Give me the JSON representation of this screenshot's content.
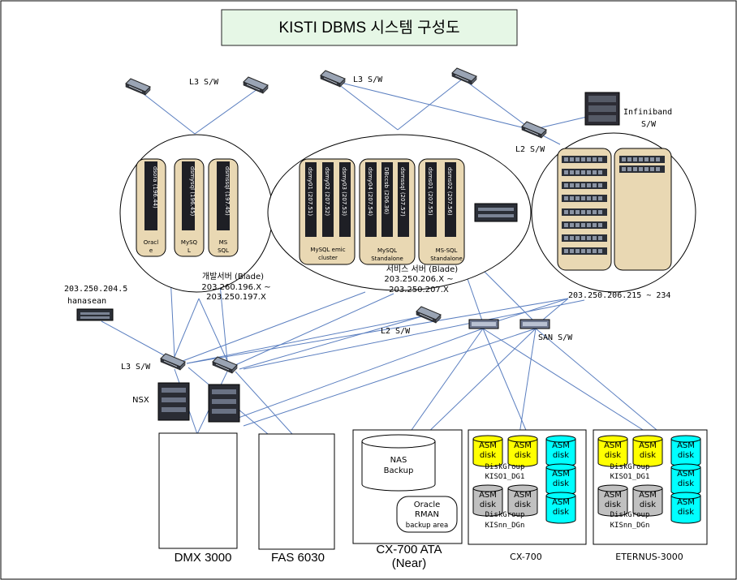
{
  "title": "KISTI DBMS 시스템 구성도",
  "switches": {
    "l3_left": "L3 S/W",
    "l3_center": "L3 S/W",
    "l3_bottom": "L3 S/W",
    "l2_top": "L2 S/W",
    "l2_mid": "L2 S/W",
    "san": "SAN S/W",
    "infiniband_1": "Infiniband",
    "infiniband_2": "S/W"
  },
  "dev_group": {
    "blades": [
      {
        "id": "dsora (196.44)",
        "label1": "Oracl",
        "label2": "e"
      },
      {
        "id": "dsmysql (196.45)",
        "label1": "MySQ",
        "label2": "L"
      },
      {
        "id": "dsmssql (197.45)",
        "label1": "MS",
        "label2": "SQL"
      }
    ],
    "caption1": "개발서버 (Blade)",
    "caption2": "203.260.196.X ~",
    "caption3": "203.250.197.X"
  },
  "service_group": {
    "blades": [
      "dsmy01 (207.51)",
      "dsmy02 (207.52)",
      "dsmy03 (207.53)",
      "dsmy04 (207.54)",
      "DBccsb (206.36)",
      "dsmssql (207.57)",
      "dsms01 (207.55)",
      "dsms02 (207.56)"
    ],
    "sub1": "MySQL emic",
    "sub1b": "cluster",
    "sub2": "MySQL",
    "sub2b": "Standalone",
    "sub3": "MS-SQL",
    "sub3b": "Standalone",
    "caption1": "서비스 서버 (Blade)",
    "caption2": "203.250.206.X ~",
    "caption3": "203.250.207.X"
  },
  "right_group": {
    "ip_range": "203.250.206.215 ~ 234"
  },
  "hanasean": {
    "ip": "203.250.204.5",
    "name": "hanasean"
  },
  "nsx": "NSX",
  "storage": {
    "dmx": "DMX 3000",
    "fas": "FAS 6030",
    "cx700ata_1": "CX-700 ATA",
    "cx700ata_2": "(Near)",
    "nas_1": "NAS",
    "nas_2": "Backup",
    "rman_1": "Oracle",
    "rman_2": "RMAN",
    "rman_3": "backup area",
    "cx700": "CX-700",
    "eternus": "ETERNUS-3000"
  },
  "disk": {
    "asm": "ASM",
    "disk": "disk",
    "dg1_1": "DiskGroup",
    "dg1_2": "KISO1_DG1",
    "dgn_1": "DiskGroup",
    "dgn_2": "KISnn_DGn"
  },
  "colors": {
    "title_bg": "#e6f7e6",
    "blade_bg": "#e9d8b3",
    "yellow_disk": "#ffff00",
    "gray_disk": "#c0c0c0",
    "cyan_disk": "#00ffff",
    "line": "#5b7fc0"
  }
}
